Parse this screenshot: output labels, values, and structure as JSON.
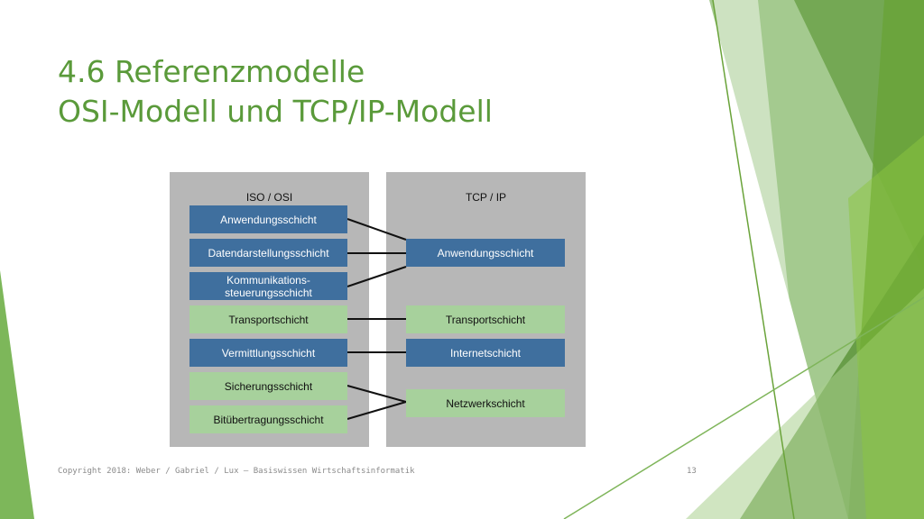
{
  "title": {
    "line1": "4.6 Referenzmodelle",
    "line2": "OSI-Modell und TCP/IP-Modell"
  },
  "diagram": {
    "osi": {
      "heading": "ISO / OSI",
      "layers": [
        "Anwendungsschicht",
        "Datendarstellungsschicht",
        "Kommunikations-\nsteuerungsschicht",
        "Transportschicht",
        "Vermittlungsschicht",
        "Sicherungsschicht",
        "Bitübertragungsschicht"
      ]
    },
    "tcp": {
      "heading": "TCP / IP",
      "layers": [
        "Anwendungsschicht",
        "Transportschicht",
        "Internetschicht",
        "Netzwerkschicht"
      ]
    }
  },
  "footer": {
    "copyright": "Copyright 2018: Weber / Gabriel / Lux – Basiswissen Wirtschaftsinformatik",
    "page_number": "13"
  },
  "colors": {
    "title": "#5a9a3a",
    "layer_blue": "#3f6f9e",
    "layer_green": "#a7d19c",
    "panel": "#b7b7b7"
  }
}
